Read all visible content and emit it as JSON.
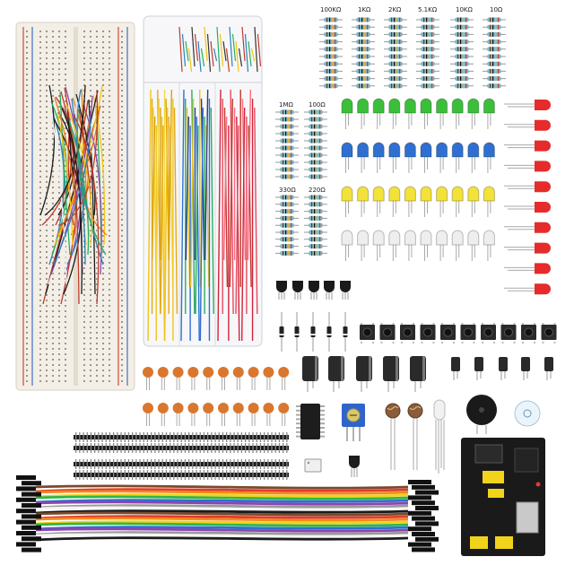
{
  "resistor_labels": [
    "100KΩ",
    "1KΩ",
    "2KΩ",
    "5.1KΩ",
    "10KΩ",
    "10Ω",
    "1MΩ",
    "100Ω",
    "330Ω",
    "220Ω"
  ],
  "colors": {
    "breadboard": "#f3efe6",
    "breadboard_rail_red": "#d8453c",
    "breadboard_rail_blue": "#3f6fc4",
    "resistor_body": "#7fb7c9",
    "led_green": "#3bbf3b",
    "led_blue": "#2f6fd0",
    "led_yellow": "#f2e23a",
    "led_white": "#eeeeee",
    "led_red": "#e52b2b",
    "capacitor_ceramic": "#d9772f",
    "electrolytic": "#2a2a2a",
    "header_pins": "#1b1b1b",
    "power_module": "#1a1a1a",
    "potentiometer": "#2f64c8"
  },
  "objects": [
    "breadboard-icon",
    "jumper-wire-bundle-icon",
    "jumper-wire-box-icon",
    "resistor-array-icon",
    "led-array-icon",
    "transistor-icon",
    "diode-icon",
    "push-button-icon",
    "electrolytic-capacitor-icon",
    "ceramic-capacitor-icon",
    "ic-chip-icon",
    "potentiometer-icon",
    "photoresistor-icon",
    "rgb-led-icon",
    "buzzer-icon",
    "pin-header-icon",
    "dupont-ribbon-cable-icon",
    "power-supply-module-icon"
  ]
}
